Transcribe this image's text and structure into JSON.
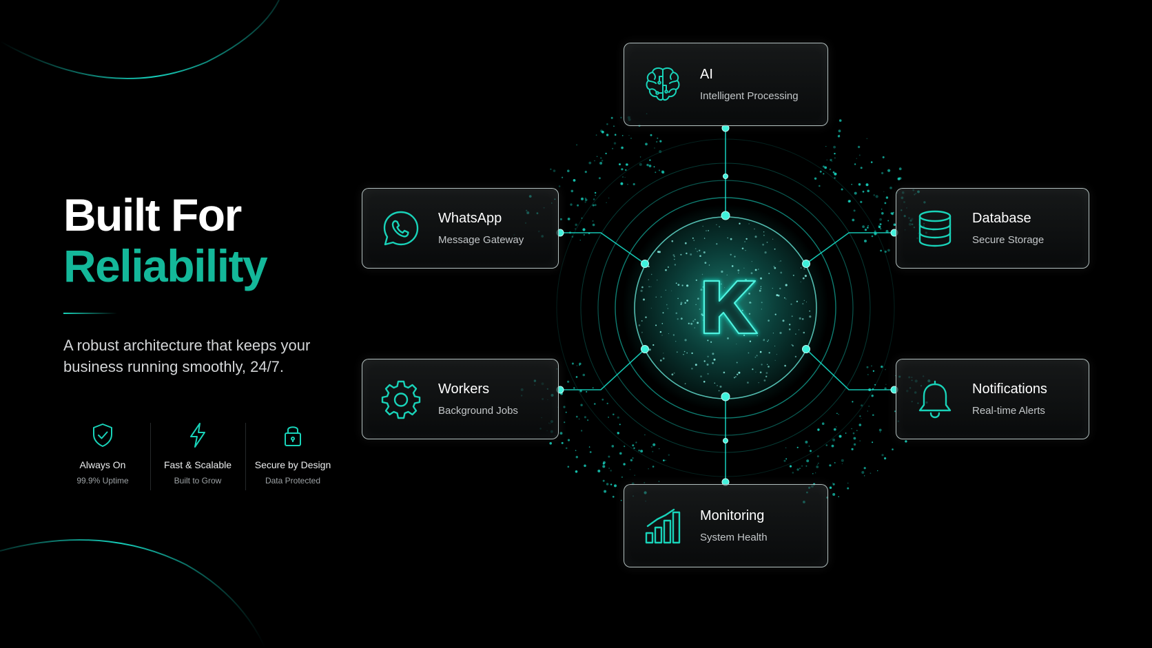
{
  "accent_color": "#14b89a",
  "glow_color": "#19e6d0",
  "headline": {
    "line1": "Built For",
    "line2": "Reliability"
  },
  "subtitle": "A robust architecture that keeps your business running smoothly, 24/7.",
  "features": [
    {
      "icon": "shield-check-icon",
      "title": "Always On",
      "subtitle": "99.9% Uptime"
    },
    {
      "icon": "lightning-bolt-icon",
      "title": "Fast & Scalable",
      "subtitle": "Built to Grow"
    },
    {
      "icon": "padlock-icon",
      "title": "Secure by Design",
      "subtitle": "Data Protected"
    }
  ],
  "hub": {
    "letter": "K",
    "icon": "k-logo-sphere-icon"
  },
  "nodes": {
    "ai": {
      "icon": "brain-circuit-icon",
      "title": "AI",
      "subtitle": "Intelligent Processing"
    },
    "whatsapp": {
      "icon": "whatsapp-icon",
      "title": "WhatsApp",
      "subtitle": "Message Gateway"
    },
    "database": {
      "icon": "database-icon",
      "title": "Database",
      "subtitle": "Secure Storage"
    },
    "workers": {
      "icon": "gear-icon",
      "title": "Workers",
      "subtitle": "Background Jobs"
    },
    "notifications": {
      "icon": "bell-icon",
      "title": "Notifications",
      "subtitle": "Real-time Alerts"
    },
    "monitoring": {
      "icon": "bar-chart-icon",
      "title": "Monitoring",
      "subtitle": "System Health"
    }
  }
}
